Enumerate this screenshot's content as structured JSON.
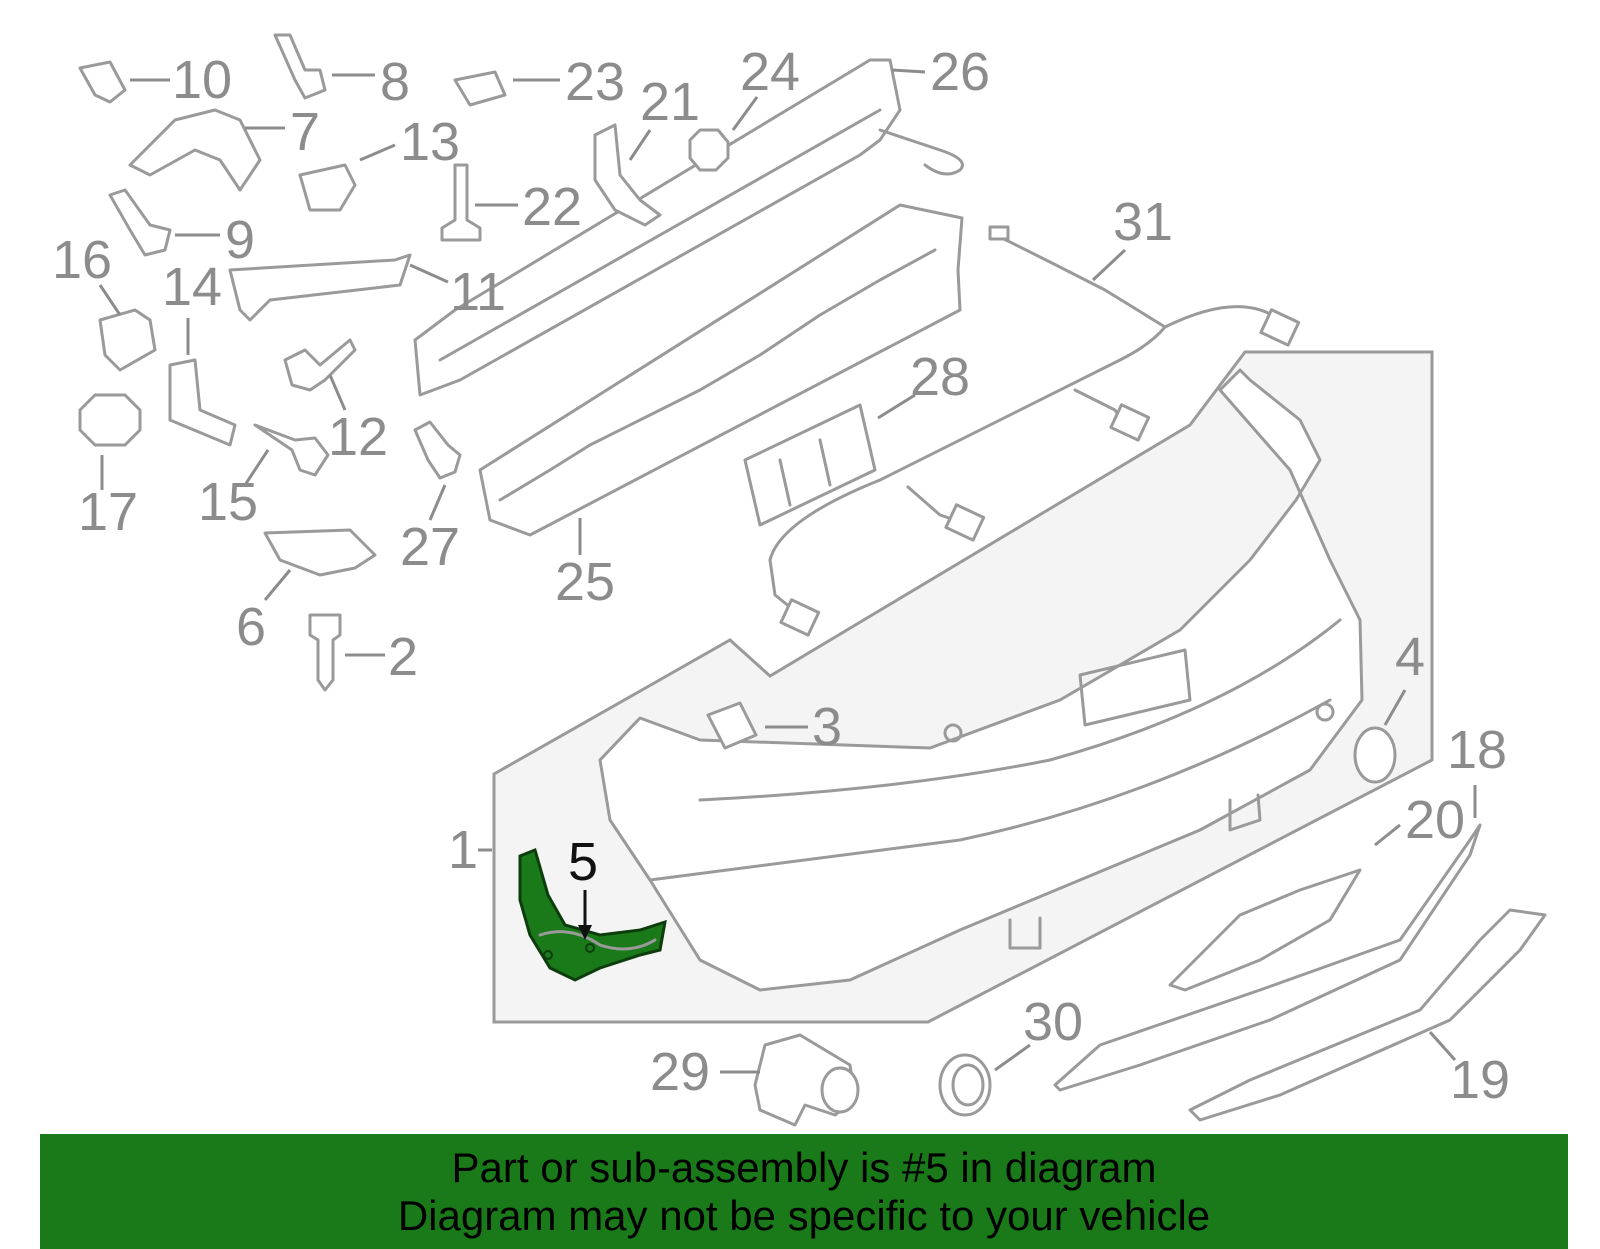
{
  "colors": {
    "highlight_part": "#1a7a1a",
    "banner_background": "#1a7a1a",
    "line_art": "#9a9a9a",
    "callout_text": "#8c8c8c",
    "highlight_callout": "#111111"
  },
  "callouts": {
    "c1": "1",
    "c2": "2",
    "c3": "3",
    "c4": "4",
    "c5": "5",
    "c6": "6",
    "c7": "7",
    "c8": "8",
    "c9": "9",
    "c10": "10",
    "c11": "11",
    "c12": "12",
    "c13": "13",
    "c14": "14",
    "c15": "15",
    "c16": "16",
    "c17": "17",
    "c18": "18",
    "c19": "19",
    "c20": "20",
    "c21": "21",
    "c22": "22",
    "c23": "23",
    "c24": "24",
    "c25": "25",
    "c26": "26",
    "c27": "27",
    "c28": "28",
    "c29": "29",
    "c30": "30",
    "c31": "31"
  },
  "highlighted_part": "5",
  "banner": {
    "line1": "Part or sub-assembly is #5 in diagram",
    "line2": "Diagram may not be specific to your vehicle"
  }
}
